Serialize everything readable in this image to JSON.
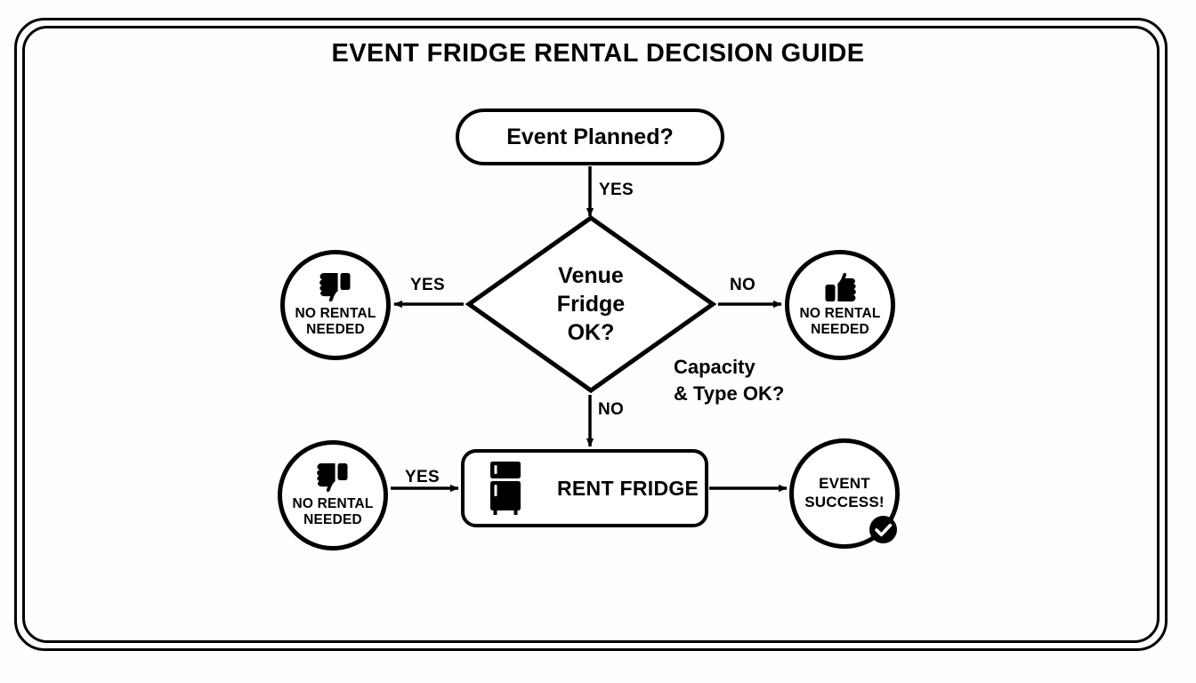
{
  "title": "EVENT FRIDGE RENTAL DECISION GUIDE",
  "nodes": {
    "start": {
      "label": "Event Planned?",
      "shape": "rounded-pill"
    },
    "decision": {
      "line1": "Venue",
      "line2": "Fridge",
      "line3": "OK?",
      "shape": "diamond"
    },
    "no_rental_left": {
      "icon": "thumbs-down-icon",
      "line1": "NO RENTAL",
      "line2": "NEEDED",
      "shape": "circle"
    },
    "no_rental_right": {
      "icon": "thumbs-up-icon",
      "line1": "NO RENTAL",
      "line2": "NEEDED",
      "shape": "circle"
    },
    "no_rental_bottom": {
      "icon": "thumbs-down-icon",
      "line1": "NO RENTAL",
      "line2": "NEEDED",
      "shape": "circle"
    },
    "action": {
      "icon": "fridge-icon",
      "label": "RENT FRIDGE",
      "shape": "rounded-rect"
    },
    "success": {
      "line1": "EVENT",
      "line2": "SUCCESS!",
      "badge": "check-circle-icon",
      "shape": "circle"
    }
  },
  "edges": {
    "start_to_decision": "YES",
    "decision_to_left": "YES",
    "decision_to_right": "NO",
    "decision_to_action": "NO",
    "bottom_to_action": "YES",
    "action_to_success": ""
  },
  "annotations": {
    "capacity_line1": "Capacity",
    "capacity_line2": "& Type OK?"
  },
  "colors": {
    "ink": "#000000",
    "background": "#fcfeff",
    "node_fill": "#ffffff"
  }
}
